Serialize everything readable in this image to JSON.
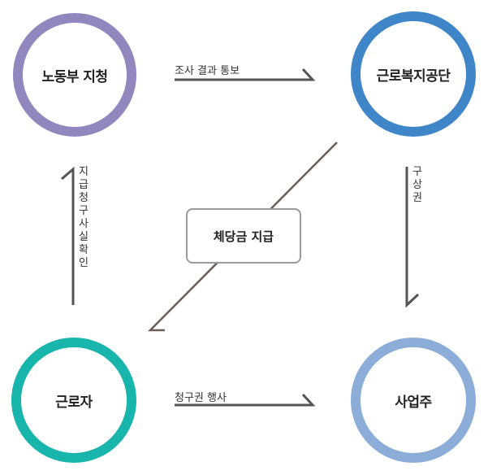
{
  "nodes": {
    "ministry": {
      "label": "노동부 지청",
      "color": "#9286be"
    },
    "welfare": {
      "label": "근로복지공단",
      "color": "#3f86c9"
    },
    "worker": {
      "label": "근로자",
      "color": "#18b5ad"
    },
    "employer": {
      "label": "사업주",
      "color": "#8dadd9"
    }
  },
  "edges": {
    "survey_result": "조사 결과 통보",
    "claim_check": "지급청구  사실확인",
    "subrogation": "구상권",
    "claim_exercise": "청구권 행사"
  },
  "center": {
    "label": "체당금 지급"
  },
  "colors": {
    "arrow": "#555555",
    "diagonal": "#6e5d56",
    "box_border": "#9a9a9a"
  }
}
